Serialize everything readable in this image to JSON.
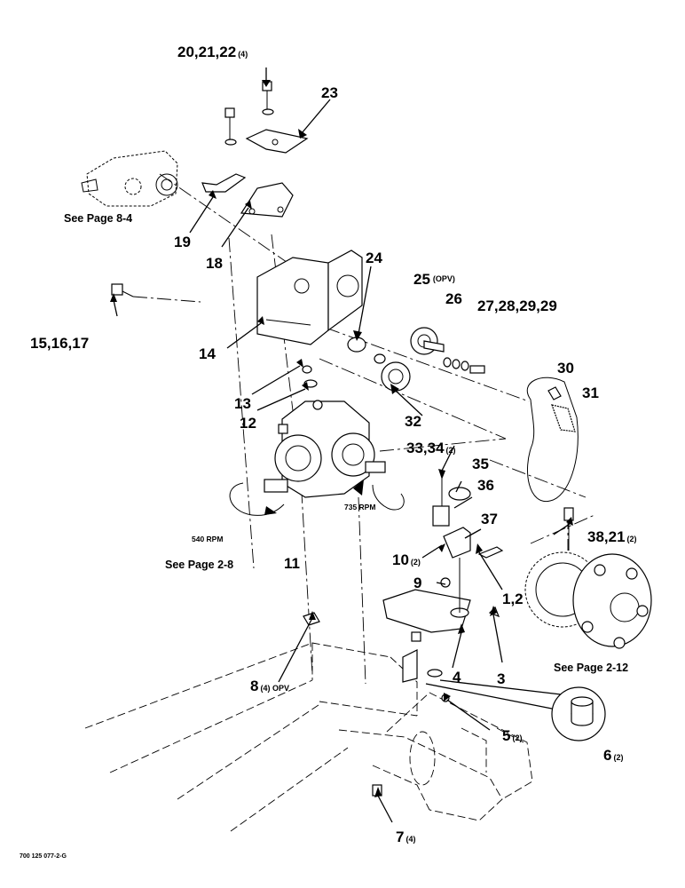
{
  "callouts": {
    "c20": {
      "num": "20,21,22",
      "qty": "(4)"
    },
    "c23": {
      "num": "23"
    },
    "c19": {
      "num": "19"
    },
    "c18": {
      "num": "18"
    },
    "c24": {
      "num": "24"
    },
    "c25": {
      "num": "25",
      "qty": "(OPV)"
    },
    "c26": {
      "num": "26"
    },
    "c27": {
      "num": "27,28,29,29"
    },
    "c15": {
      "num": "15,16,17"
    },
    "c14": {
      "num": "14"
    },
    "c13": {
      "num": "13"
    },
    "c12": {
      "num": "12"
    },
    "c30": {
      "num": "30"
    },
    "c31": {
      "num": "31"
    },
    "c32": {
      "num": "32"
    },
    "c33": {
      "num": "33,34",
      "qty": "(2)"
    },
    "c35": {
      "num": "35"
    },
    "c36": {
      "num": "36"
    },
    "c37": {
      "num": "37"
    },
    "c11": {
      "num": "11"
    },
    "c10": {
      "num": "10",
      "qty": "(2)"
    },
    "c38": {
      "num": "38,21",
      "qty": "(2)"
    },
    "c9": {
      "num": "9"
    },
    "c1": {
      "num": "1,2"
    },
    "c8": {
      "num": "8",
      "qty": "(4) OPV"
    },
    "c4": {
      "num": "4"
    },
    "c3": {
      "num": "3"
    },
    "c5": {
      "num": "5",
      "qty": "(2)"
    },
    "c6": {
      "num": "6",
      "qty": "(2)"
    },
    "c7": {
      "num": "7",
      "qty": "(4)"
    }
  },
  "notes": {
    "page84": "See Page 8-4",
    "page28": "See Page 2-8",
    "page212": "See Page 2-12",
    "rpm540": "540 RPM",
    "rpm735": "735 RPM"
  },
  "drawing_code": "700 125 077-2-G"
}
